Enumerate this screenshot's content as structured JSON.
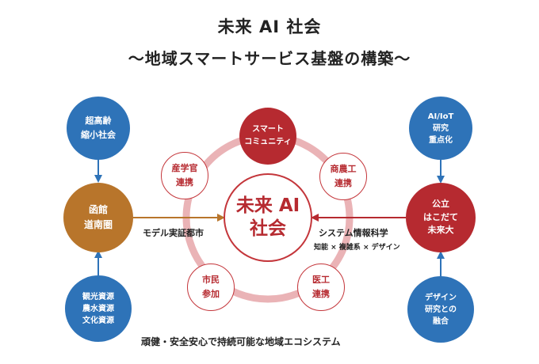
{
  "title": {
    "line1": "未来 AI 社会",
    "line2": "～地域スマートサービス基盤の構築～"
  },
  "center": {
    "label": "未来 AI\n社会"
  },
  "ring_nodes": {
    "smart_community": "スマート\nコミュニティ",
    "industry_academia": "産学官\n連携",
    "commerce_agriculture": "商農工\n連携",
    "citizens": "市民\n参加",
    "medical_engineering": "医工\n連携"
  },
  "left": {
    "top": "超高齢\n縮小社会",
    "middle": "函館\n道南圏",
    "bottom": "観光資源\n農水資源\n文化資源",
    "arrow_label": "モデル実証都市"
  },
  "right": {
    "top": "AI/IoT\n研究\n重点化",
    "middle": "公立\nはこだて\n未来大",
    "bottom": "デザイン\n研究との\n融合",
    "arrow_label": "システム情報科学",
    "arrow_sublabel": "知能 × 複雑系 × デザイン"
  },
  "footer": {
    "label": "頑健・安全安心で持続可能な地域エコシステム"
  },
  "colors": {
    "blue": "#2e73b8",
    "brown": "#b8752b",
    "red": "#b62a30",
    "ring": "#e8a8ac"
  }
}
